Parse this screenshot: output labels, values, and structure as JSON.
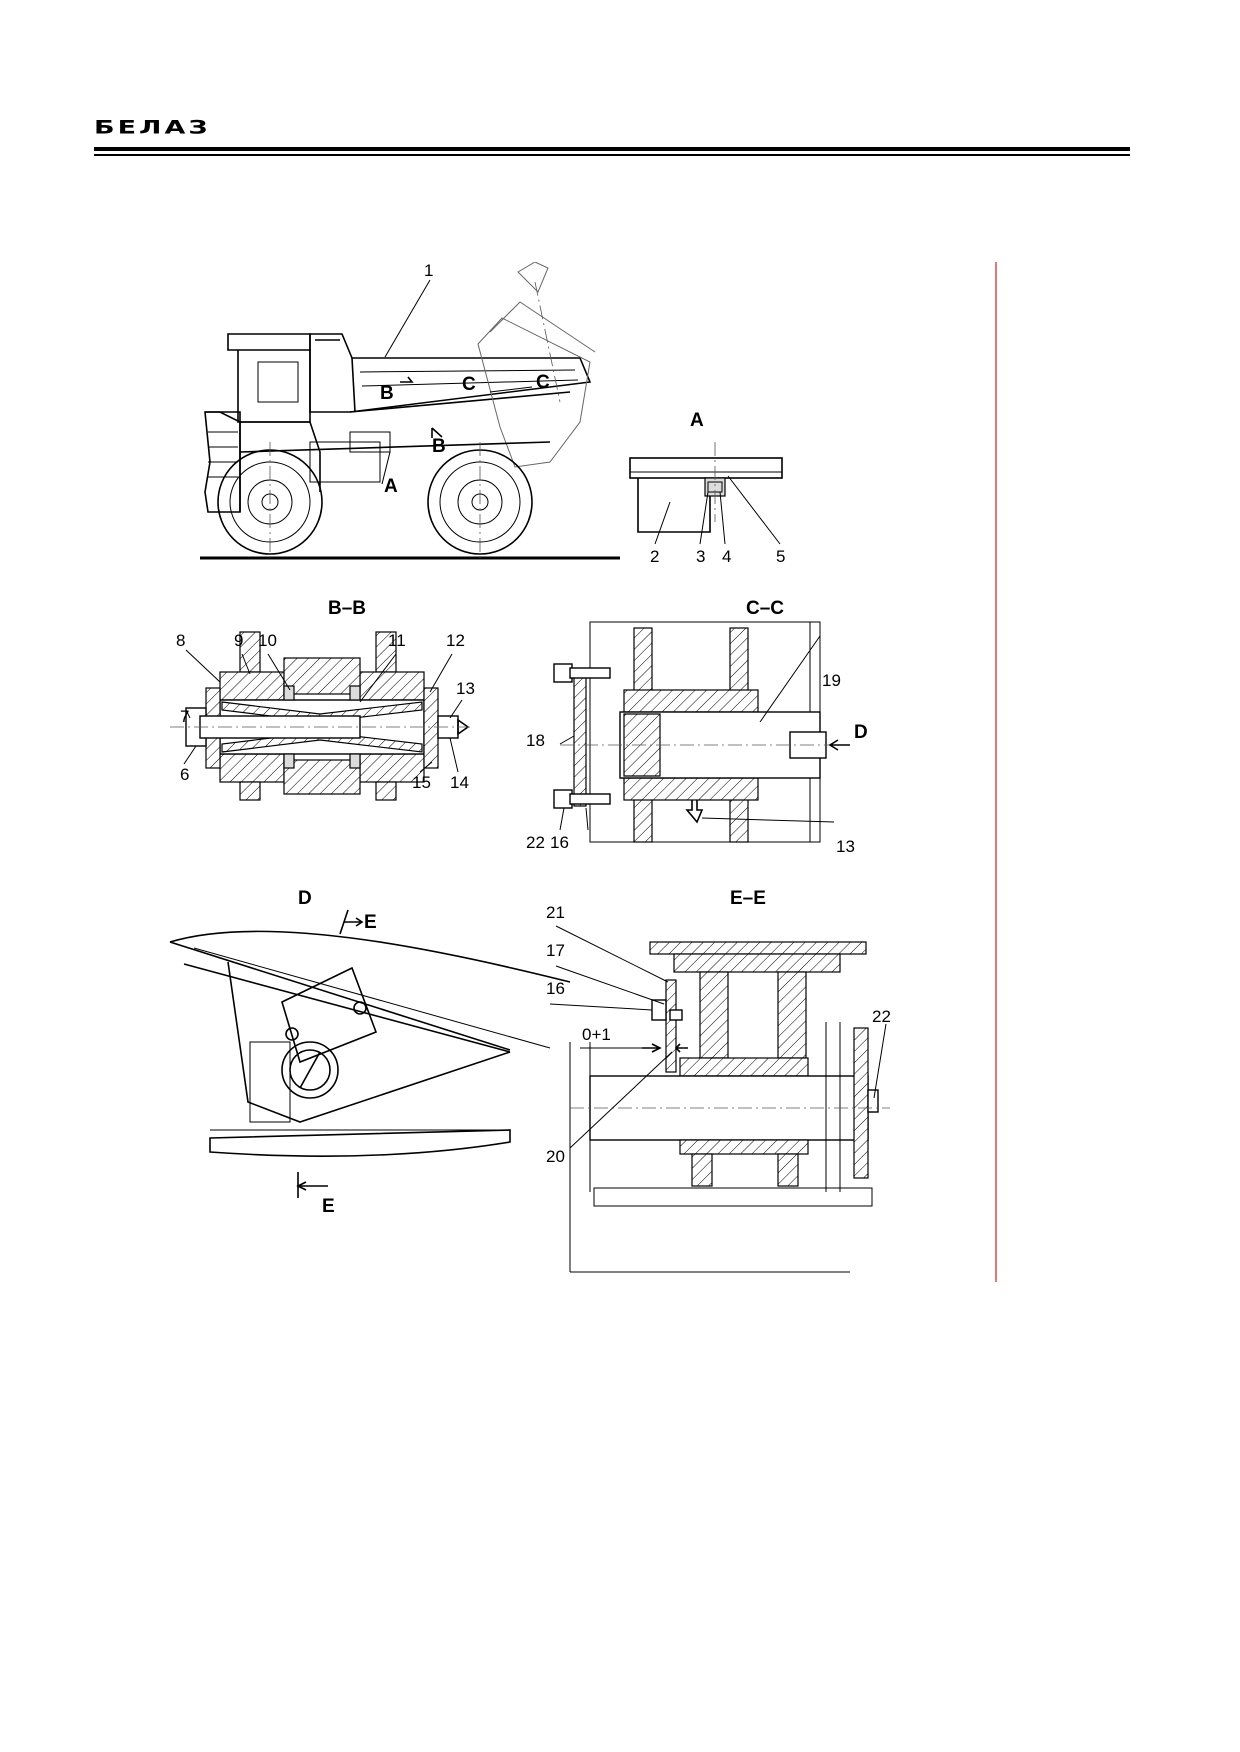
{
  "header": {
    "logo_text": "БЕЛАЗ"
  },
  "colors": {
    "border_line": "#e04a4a",
    "ink": "#000000"
  },
  "views": {
    "main": {
      "A": "A",
      "B": "B",
      "C": "C"
    },
    "detail_a": "A",
    "section_bb": "B–B",
    "section_cc": "C–C",
    "view_d": "D",
    "section_ee": "E–E",
    "arrow_d": "D",
    "arrow_e": "E",
    "tolerance": "0+1"
  },
  "callouts": [
    "1",
    "2",
    "3",
    "4",
    "5",
    "6",
    "7",
    "8",
    "9",
    "10",
    "11",
    "12",
    "13",
    "14",
    "15",
    "16",
    "17",
    "18",
    "19",
    "20",
    "21",
    "22"
  ]
}
